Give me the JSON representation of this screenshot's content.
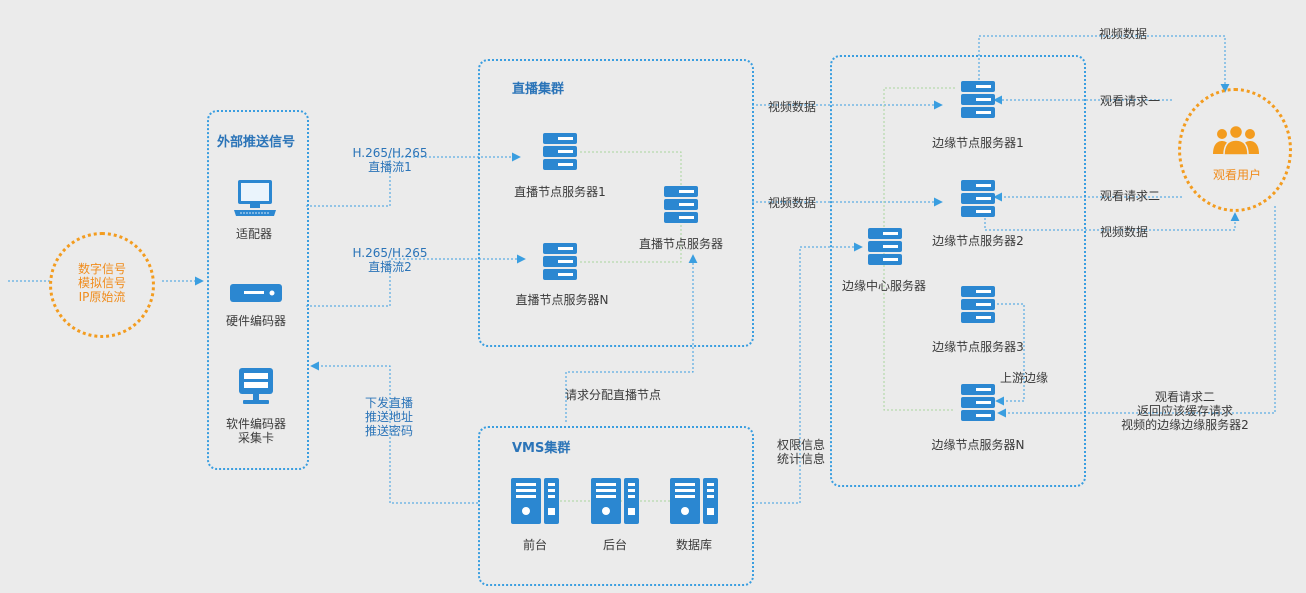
{
  "source": {
    "labels": [
      "数字信号",
      "模拟信号",
      "IP原始流"
    ]
  },
  "external": {
    "title": "外部推送信号",
    "adapter": "适配器",
    "hw_encoder": "硬件编码器",
    "sw_encoder": [
      "软件编码器",
      "采集卡"
    ]
  },
  "streams": {
    "s1": [
      "H.265/H.265",
      "直播流1"
    ],
    "s2": [
      "H.265/H.265",
      "直播流2"
    ]
  },
  "live": {
    "title": "直播集群",
    "server1": "直播节点服务器1",
    "serverN": "直播节点服务器N",
    "server": "直播节点服务器"
  },
  "vms": {
    "title": "VMS集群",
    "front": "前台",
    "back": "后台",
    "db": "数据库"
  },
  "links": {
    "push": [
      "下发直播",
      "推送地址",
      "推送密码"
    ],
    "assign": "请求分配直播节点",
    "auth": [
      "权限信息",
      "统计信息"
    ],
    "video1": "视频数据",
    "video2": "视频数据",
    "video_top": "视频数据",
    "video_mid": "视频数据",
    "req1": "观看请求一",
    "req2": "观看请求二",
    "upstream": "上游边缘",
    "req2_back": [
      "观看请求二",
      "返回应该缓存请求",
      "视频的边缘边缘服务器2"
    ]
  },
  "edge": {
    "center": "边缘中心服务器",
    "s1": "边缘节点服务器1",
    "s2": "边缘节点服务器2",
    "s3": "边缘节点服务器3",
    "sN": "边缘节点服务器N"
  },
  "user": {
    "label": "观看用户"
  },
  "colors": {
    "blue": "#3a9ee0",
    "orange": "#f39c1f",
    "green": "#a9d69c",
    "background": "#ebebeb"
  }
}
